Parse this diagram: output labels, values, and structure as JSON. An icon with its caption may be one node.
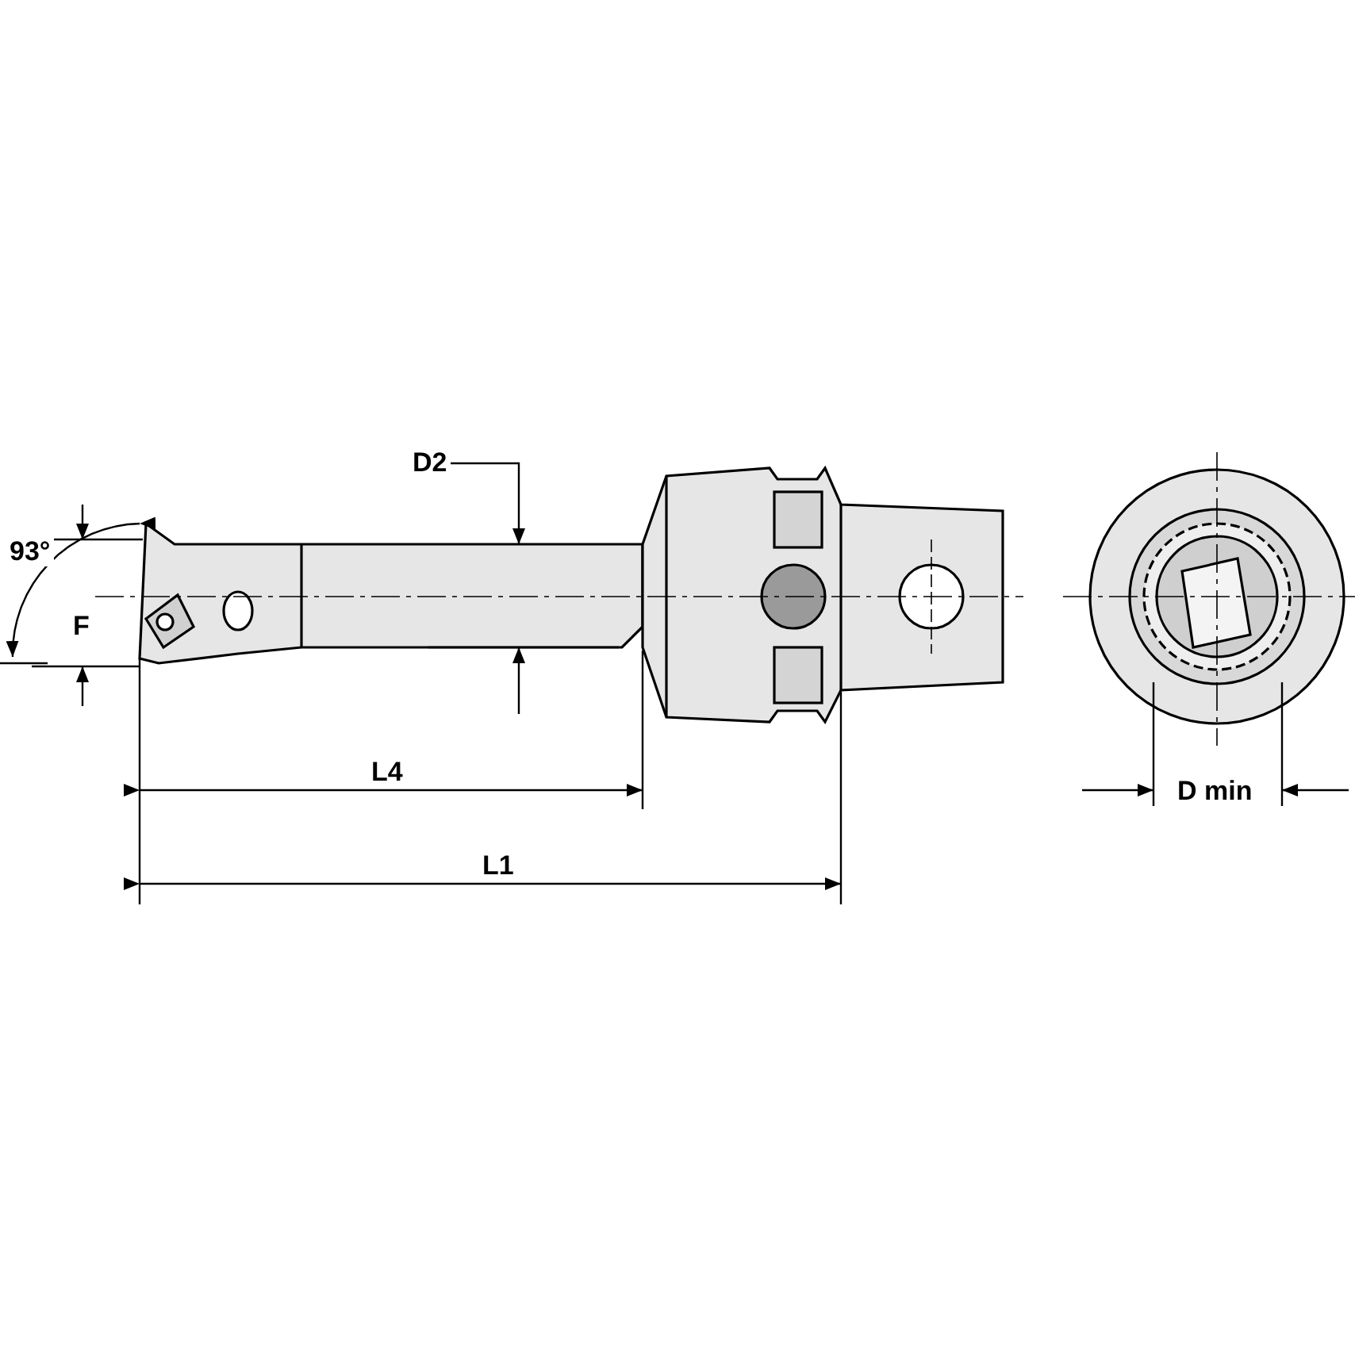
{
  "diagram": {
    "labels": [
      "D2",
      "93°",
      "F",
      "L4",
      "L1",
      "D min"
    ]
  }
}
